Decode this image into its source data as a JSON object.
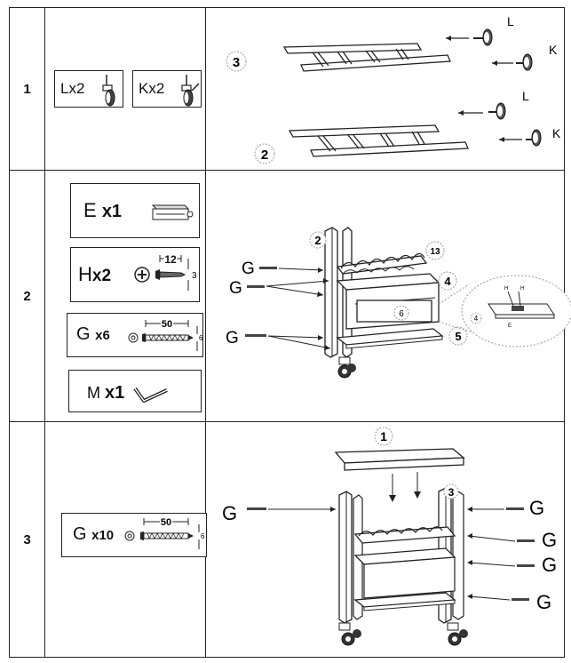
{
  "steps": [
    {
      "number": "1",
      "parts": [
        {
          "letter": "L",
          "qty": "x2",
          "icon": "caster-wheel-icon"
        },
        {
          "letter": "K",
          "qty": "x2",
          "icon": "locking-caster-wheel-icon"
        }
      ],
      "figure_labels": {
        "frame_top": "3",
        "frame_bottom": "2",
        "caster_l": "L",
        "caster_k": "K"
      }
    },
    {
      "number": "2",
      "parts": [
        {
          "letter": "E",
          "qty": "x1",
          "icon": "bracket-icon"
        },
        {
          "letter": "H",
          "qty": "x2",
          "icon": "small-screw-icon",
          "dimension": "12",
          "diameter": "3"
        },
        {
          "letter": "G",
          "qty": "x6",
          "icon": "long-screw-icon",
          "dimension": "50",
          "diameter": "6"
        },
        {
          "letter": "M",
          "qty": "x1",
          "icon": "allen-key-icon"
        }
      ],
      "figure_labels": {
        "side_panel": "2",
        "bottle_rack": "13",
        "drawer_shelf": "4",
        "drawer": "6",
        "bottom_shelf": "5",
        "screw": "G",
        "detail_panel": "4",
        "detail_screw": "H",
        "detail_bracket": "E"
      }
    },
    {
      "number": "3",
      "parts": [
        {
          "letter": "G",
          "qty": "x10",
          "icon": "long-screw-icon",
          "dimension": "50",
          "diameter": "6"
        }
      ],
      "figure_labels": {
        "top_panel": "1",
        "side_panel": "3",
        "screw": "G"
      }
    }
  ]
}
